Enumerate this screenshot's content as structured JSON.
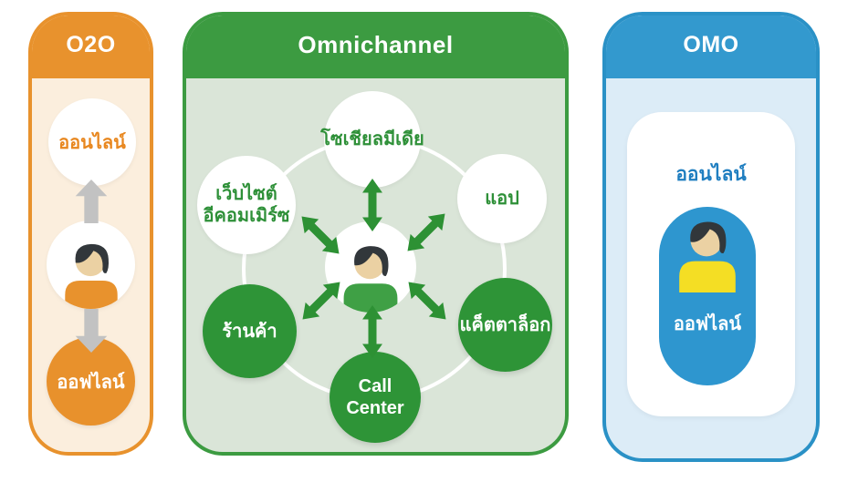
{
  "o2o": {
    "title": "O2O",
    "online_label": "ออนไลน์",
    "offline_label": "ออฟไลน์",
    "accent_color": "#E8922D",
    "body_color": "#FBEEDD",
    "arrow_color": "#C2C2C2"
  },
  "omnichannel": {
    "title": "Omnichannel",
    "accent_color": "#3C9B41",
    "body_color": "#DAE5D8",
    "circle_color": "#2E9437",
    "arrow_color": "#2D9134",
    "channels": {
      "social": "โซเชียลมีเดีย",
      "website_line1": "เว็บไซต์",
      "website_line2": "อีคอมเมิร์ซ",
      "app": "แอป",
      "shop": "ร้านค้า",
      "catalog": "แค็ตตาล็อก",
      "callcenter_line1": "Call",
      "callcenter_line2": "Center"
    }
  },
  "omo": {
    "title": "OMO",
    "online_label": "ออนไลน์",
    "offline_label": "ออฟไลน์",
    "accent_color": "#3399CE",
    "body_color": "#DCECF7",
    "pill_color": "#2E96CF"
  }
}
